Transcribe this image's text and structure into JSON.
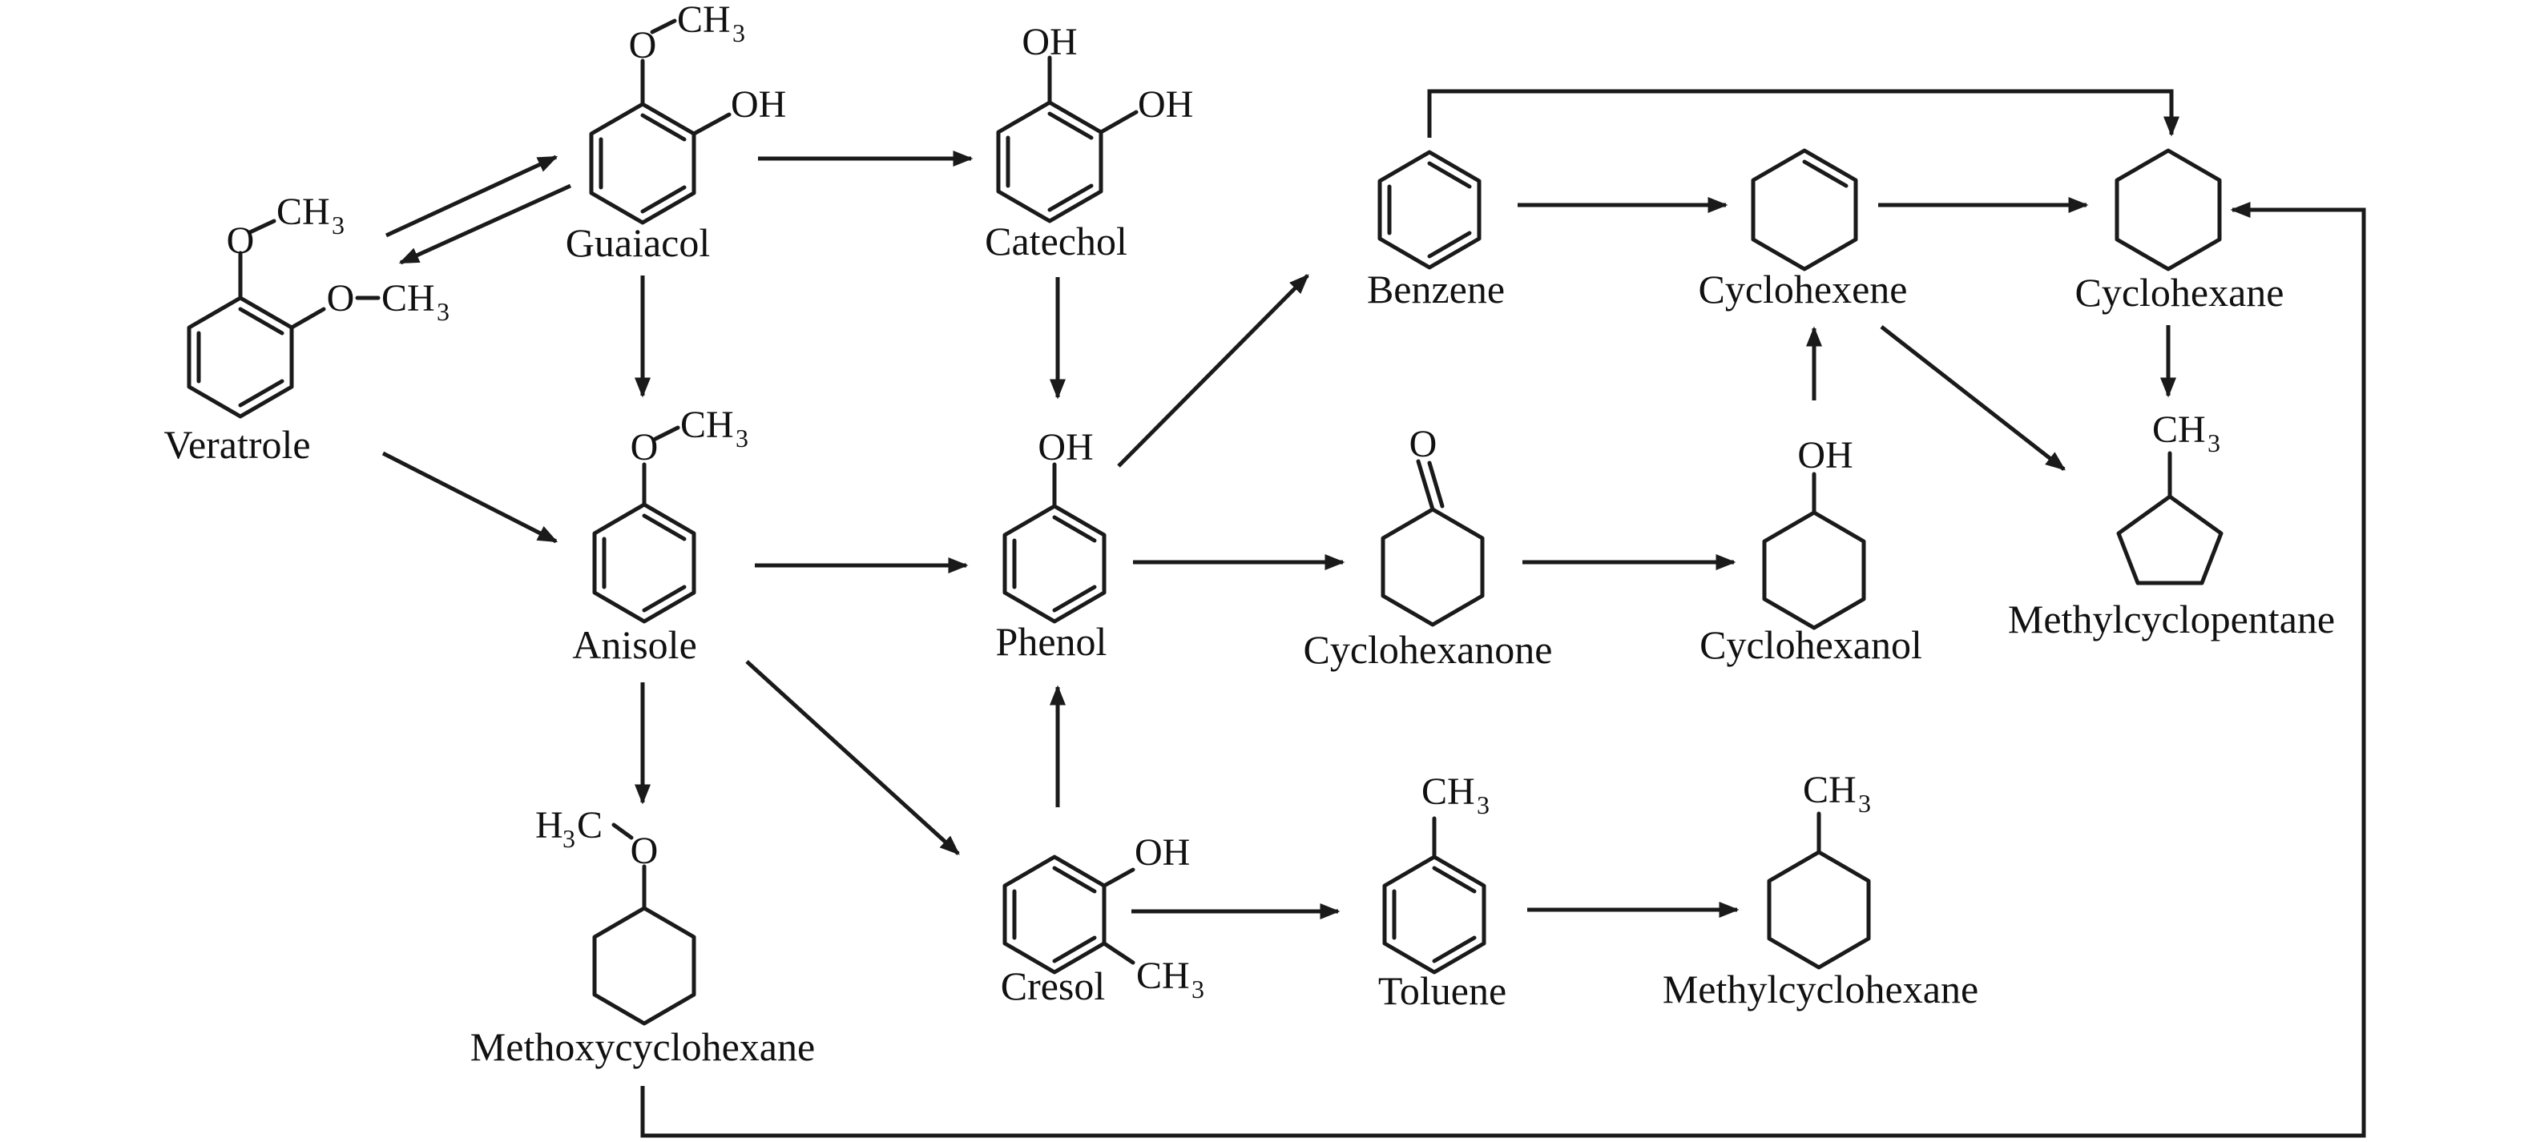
{
  "compounds": {
    "veratrole": "Veratrole",
    "guaiacol": "Guaiacol",
    "catechol": "Catechol",
    "anisole": "Anisole",
    "phenol": "Phenol",
    "methoxycyclohexane": "Methoxycyclohexane",
    "cresol": "Cresol",
    "benzene": "Benzene",
    "cyclohexene": "Cyclohexene",
    "cyclohexane": "Cyclohexane",
    "cyclohexanone": "Cyclohexanone",
    "cyclohexanol": "Cyclohexanol",
    "methylcyclopentane": "Methylcyclopentane",
    "toluene": "Toluene",
    "methylcyclohexane": "Methylcyclohexane"
  },
  "atoms": {
    "O": "O",
    "OH": "OH",
    "CH": "CH",
    "H": "H",
    "C": "C",
    "three": "3"
  },
  "colors": {
    "ink": "#1a1a1a",
    "background": "#ffffff"
  }
}
